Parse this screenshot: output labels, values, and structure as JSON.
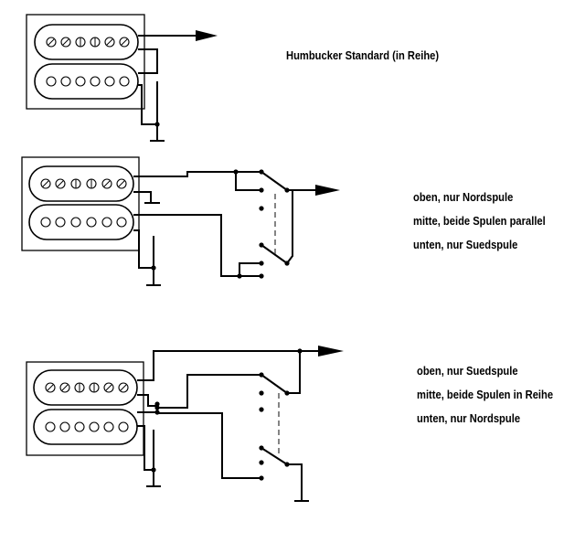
{
  "diagram1": {
    "title": "Humbucker Standard (in Reihe)"
  },
  "diagram2": {
    "lines": [
      "oben,  nur Nordspule",
      "mitte, beide Spulen parallel",
      "unten, nur Suedspule"
    ]
  },
  "diagram3": {
    "lines": [
      "oben, nur Suedspule",
      "mitte, beide Spulen in Reihe",
      "unten, nur Nordspule"
    ]
  },
  "colors": {
    "ink": "#000000",
    "background": "#ffffff"
  }
}
